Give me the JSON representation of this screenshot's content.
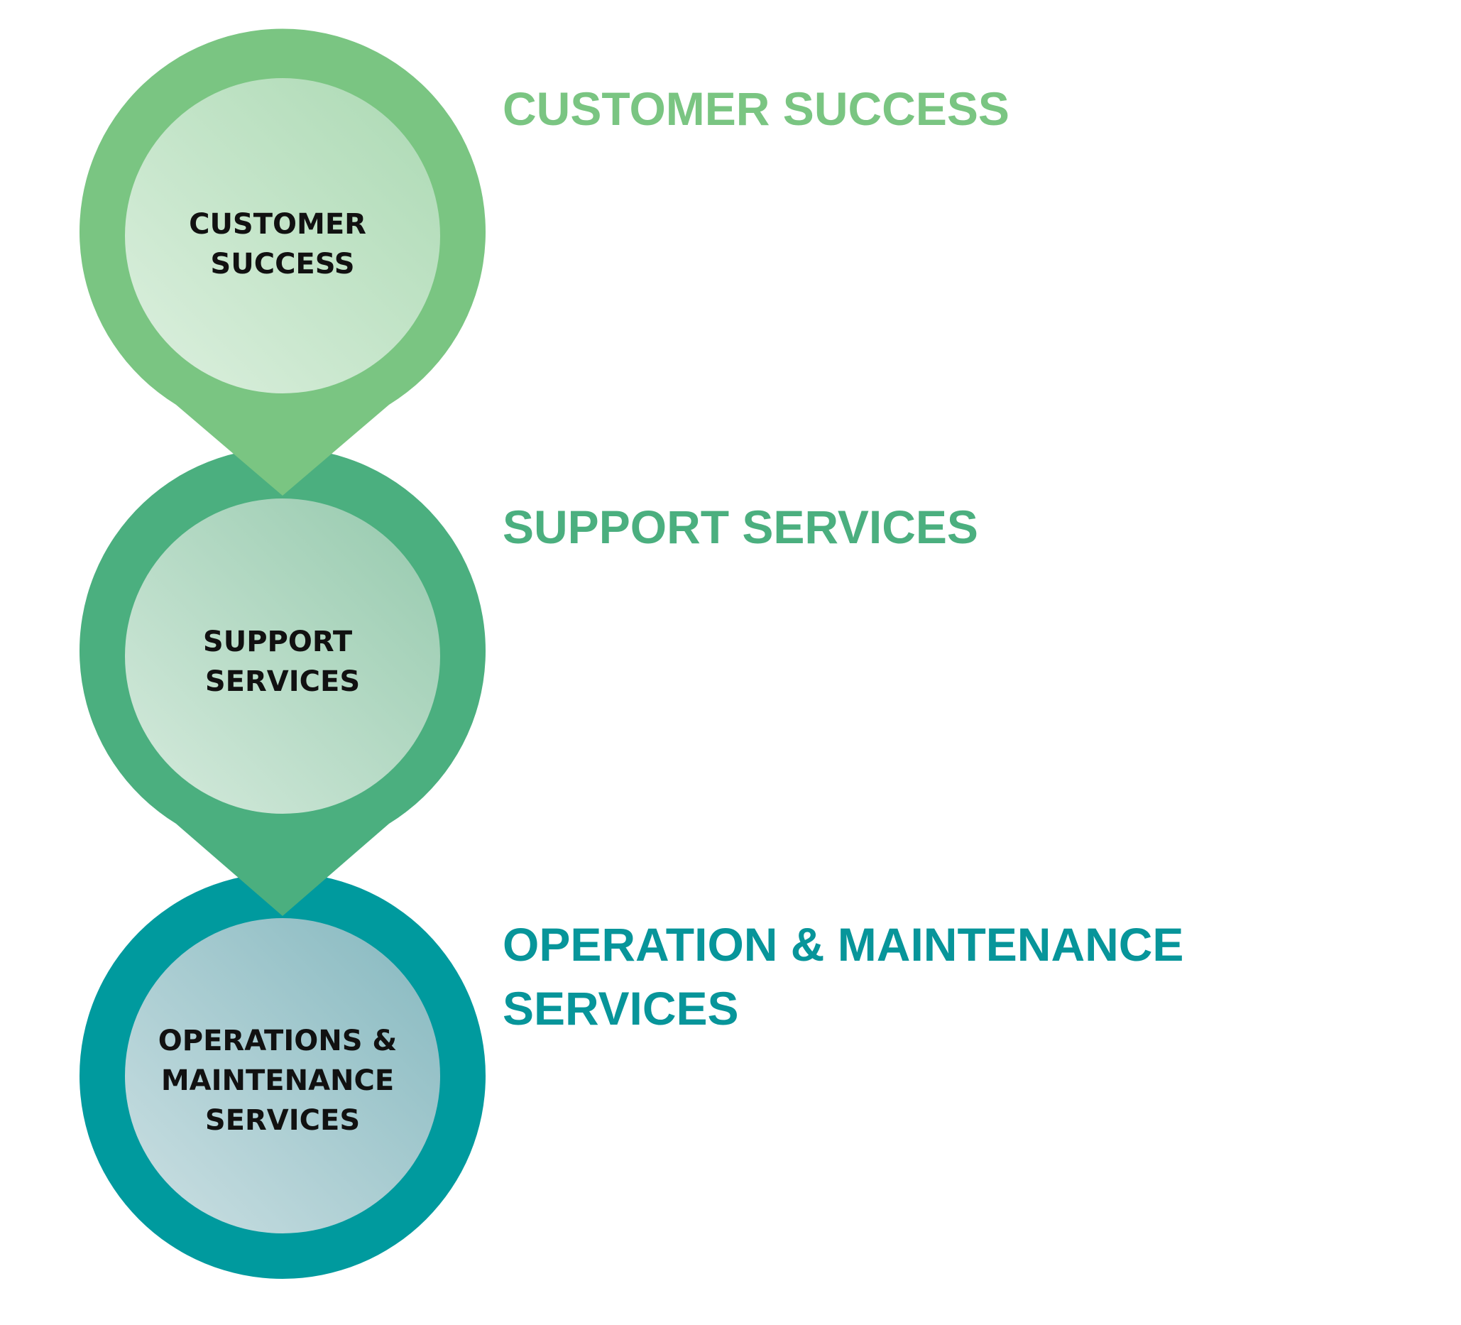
{
  "stages": [
    {
      "circle_label_lines": [
        "CUSTOMER",
        "SUCCESS"
      ],
      "heading_lines": [
        "CUSTOMER SUCCESS"
      ],
      "ring_color": "#7AC582",
      "inner_color_light": "#DDF0DF",
      "inner_color_dark": "#ABD9B3",
      "heading_color": "#7AC582"
    },
    {
      "circle_label_lines": [
        "SUPPORT",
        "SERVICES"
      ],
      "heading_lines": [
        "SUPPORT SERVICES"
      ],
      "ring_color": "#4BAF7F",
      "inner_color_light": "#D6EBDD",
      "inner_color_dark": "#95C9AD",
      "heading_color": "#4BAF7F"
    },
    {
      "circle_label_lines": [
        "OPERATIONS &",
        "MAINTENANCE",
        "SERVICES"
      ],
      "heading_lines": [
        "OPERATION & MAINTENANCE",
        "SERVICES"
      ],
      "ring_color": "#009A9E",
      "inner_color_light": "#CCE0E3",
      "inner_color_dark": "#85B8BF",
      "heading_color": "#07959A"
    }
  ]
}
